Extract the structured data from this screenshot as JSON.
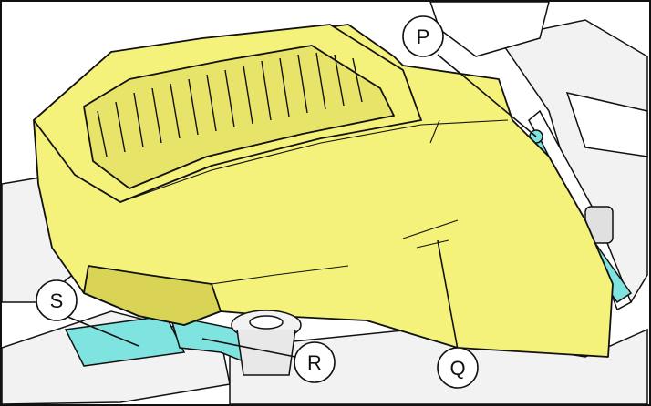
{
  "colors": {
    "cover_fill": "#f4f27a",
    "cover_shadow": "#d9d456",
    "hose_fill": "#7fe3e0",
    "hose_shadow": "#3fb8b4",
    "line": "#111111",
    "background_parts": "#f2f2f2"
  },
  "callouts": [
    {
      "id": "P",
      "label": "P"
    },
    {
      "id": "Q",
      "label": "Q"
    },
    {
      "id": "R",
      "label": "R"
    },
    {
      "id": "S",
      "label": "S"
    }
  ]
}
